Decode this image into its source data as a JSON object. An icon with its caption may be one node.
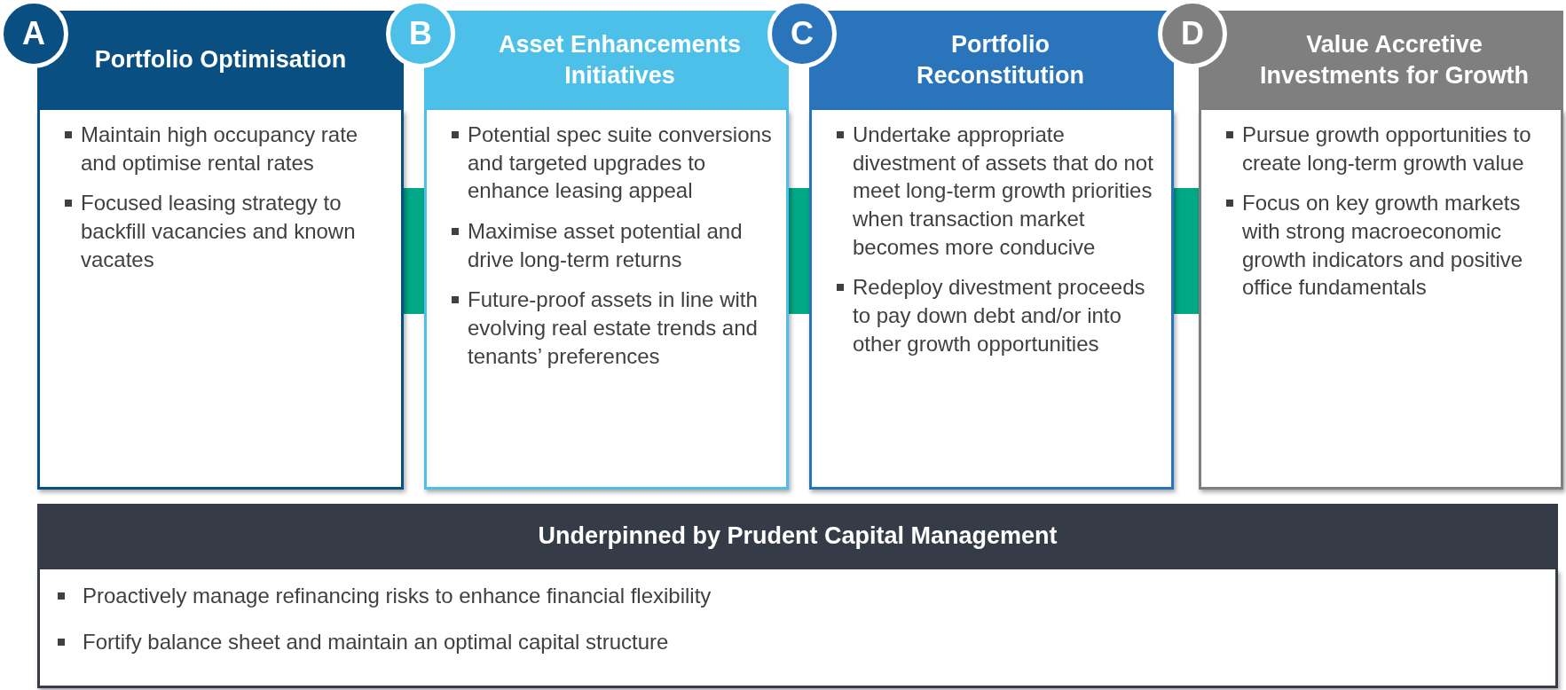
{
  "diagram": {
    "nodes": [
      {
        "text": [
          "Portfolio Optimisation",
          "Maintain high occupancy rate and optimise rental rates",
          "Focused leasing strategy to backfill vacancies and known vacates"
        ],
        "beside": [
          "A"
        ]
      },
      {
        "text": [
          "Asset Enhancements Initiatives",
          "Potential spec suite conversions and targeted upgrades to enhance leasing appeal",
          "Maximise asset potential and drive long-term returns",
          "Future-proof assets in line with evolving real estate trends and tenants’ preferences"
        ],
        "beside": [
          "B"
        ]
      },
      {
        "text": [
          "Portfolio Reconstitution",
          "Undertake appropriate divestment of assets that do not meet long-term growth priorities when transaction market becomes more conducive",
          "Redeploy divestment proceeds to pay down debt and/or into other growth opportunities"
        ],
        "beside": [
          "C"
        ]
      },
      {
        "text": [
          "Value Accretive Investments for Growth",
          "Pursue growth opportunities to create long-term growth value",
          "Focus on key growth markets with strong macroeconomic growth indicators and positive office fundamentals"
        ],
        "beside": [
          "D"
        ]
      },
      {
        "text": [
          "Underpinned by Prudent Capital Management",
          "Proactively manage refinancing risks to enhance financial flexibility",
          "Fortify balance sheet and maintain an optimal capital structure"
        ]
      }
    ],
    "edges": [
      {
        "from": 0,
        "to": 1,
        "arrow": "none"
      },
      {
        "from": 1,
        "to": 2,
        "arrow": "none"
      },
      {
        "from": 2,
        "to": 3,
        "arrow": "none"
      }
    ]
  }
}
